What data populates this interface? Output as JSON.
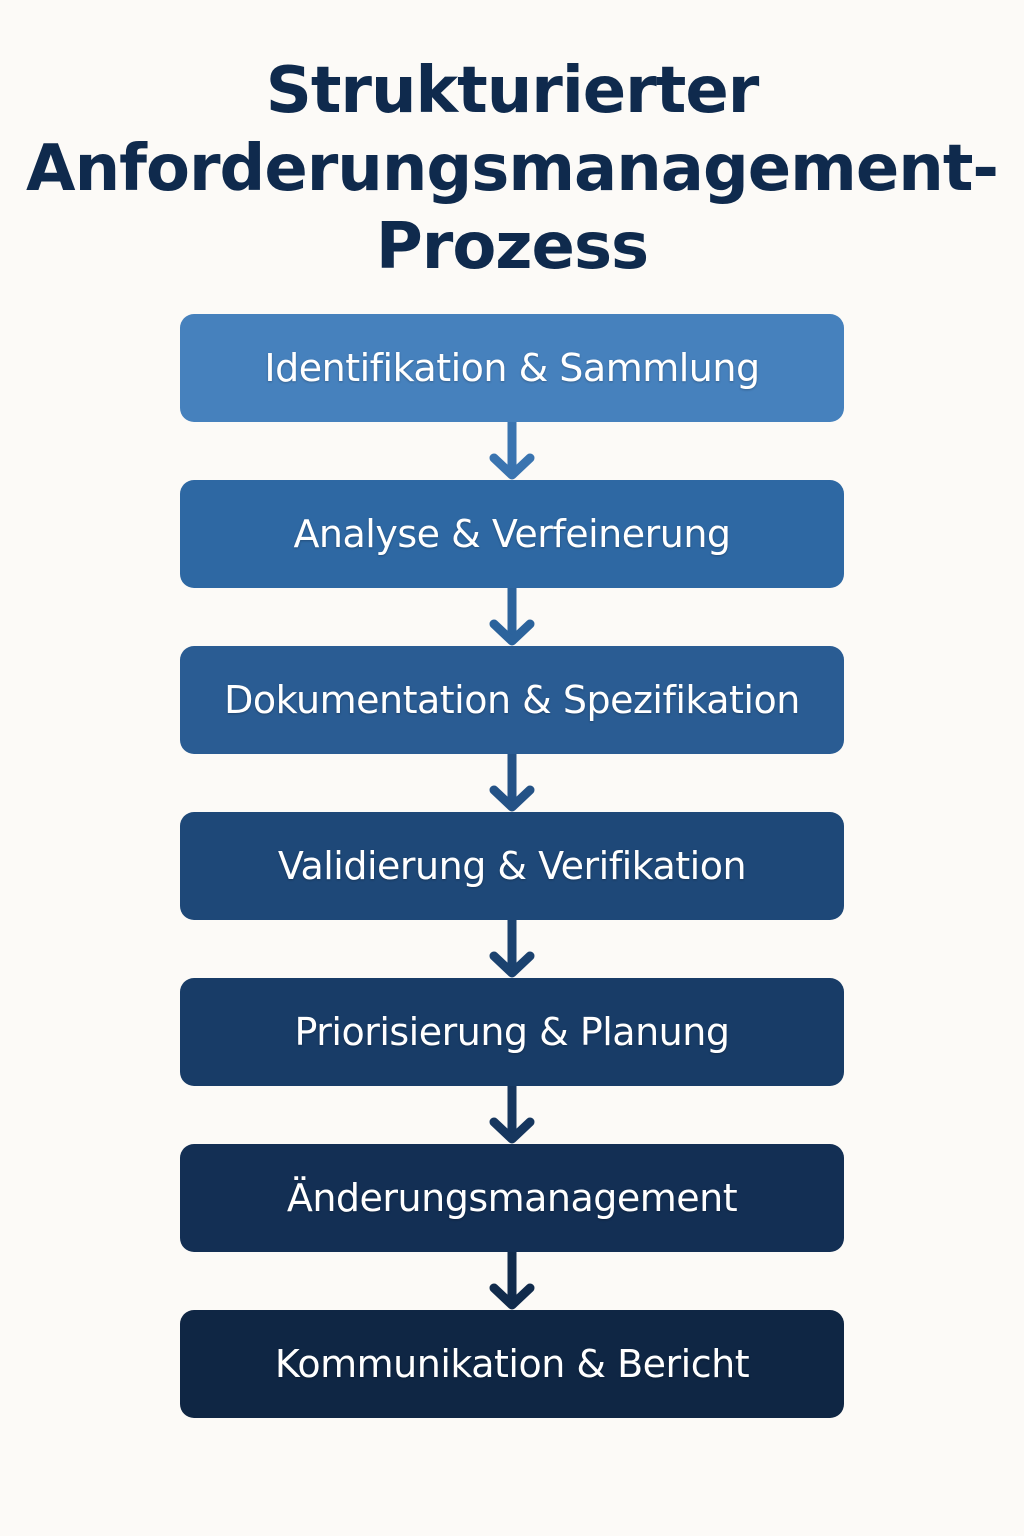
{
  "title": {
    "line1": "Strukturierter",
    "line2": "Anforderungsmanagement-",
    "line3": "Prozess"
  },
  "steps": [
    {
      "label": "Identifikation & Sammlung",
      "color": "#4681bd"
    },
    {
      "label": "Analyse & Verfeinerung",
      "color": "#2e68a3"
    },
    {
      "label": "Dokumentation & Spezifikation",
      "color": "#2a5c93"
    },
    {
      "label": "Validierung & Verifikation",
      "color": "#1e4878"
    },
    {
      "label": "Priorisierung & Planung",
      "color": "#183c67"
    },
    {
      "label": "Änderungsmanagement",
      "color": "#132f54"
    },
    {
      "label": "Kommunikation & Bericht",
      "color": "#0f2644"
    }
  ],
  "connectors": [
    {
      "color": "#3a74b0",
      "icon": "arrow-down-icon"
    },
    {
      "color": "#2c639c",
      "icon": "arrow-down-icon"
    },
    {
      "color": "#245286",
      "icon": "arrow-down-icon"
    },
    {
      "color": "#1b426f",
      "icon": "arrow-down-icon"
    },
    {
      "color": "#16365e",
      "icon": "arrow-down-icon"
    },
    {
      "color": "#112b4c",
      "icon": "arrow-down-icon"
    }
  ]
}
